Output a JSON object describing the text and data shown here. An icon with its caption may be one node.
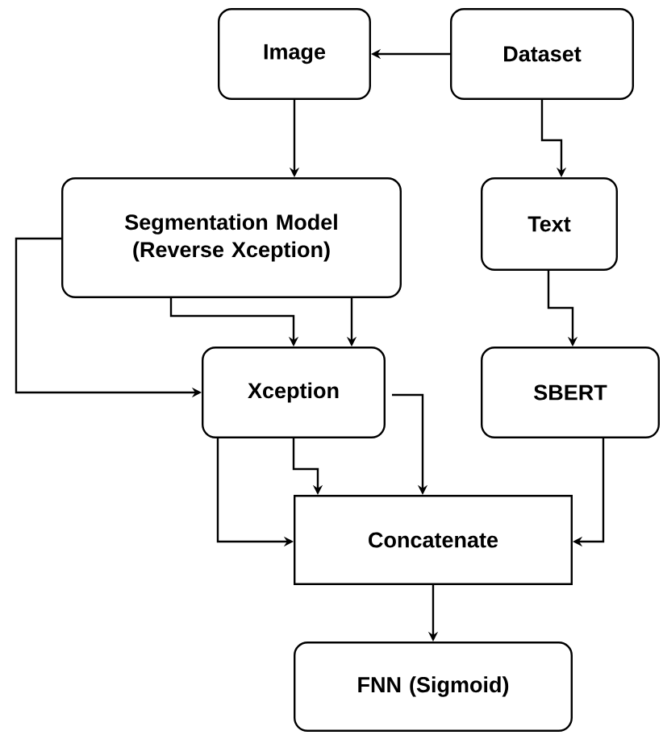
{
  "diagram": {
    "nodes": [
      {
        "text": [
          "Image"
        ]
      },
      {
        "text": [
          "Dataset"
        ]
      },
      {
        "text": [
          "Segmentation Model (Reverse Xception)"
        ]
      },
      {
        "text": [
          "Text"
        ]
      },
      {
        "text": [
          "Xception"
        ]
      },
      {
        "text": [
          "SBERT"
        ]
      },
      {
        "text": [
          "Concatenate"
        ]
      },
      {
        "text": [
          "FNN (Sigmoid)"
        ]
      }
    ],
    "edges": [
      {
        "from": 1,
        "to": 0,
        "arrow": "to"
      },
      {
        "from": 1,
        "to": 3,
        "arrow": "to"
      },
      {
        "from": 0,
        "to": 2,
        "arrow": "to"
      },
      {
        "from": 2,
        "to": 4,
        "arrow": "to"
      },
      {
        "from": 2,
        "to": 4,
        "arrow": "to"
      },
      {
        "from": 2,
        "to": 4,
        "arrow": "to"
      },
      {
        "from": 3,
        "to": 5,
        "arrow": "to"
      },
      {
        "from": 4,
        "to": 6,
        "arrow": "to"
      },
      {
        "from": 4,
        "to": 6,
        "arrow": "to"
      },
      {
        "from": 4,
        "to": 6,
        "arrow": "to"
      },
      {
        "from": 5,
        "to": 6,
        "arrow": "to"
      },
      {
        "from": 6,
        "to": 7,
        "arrow": "to"
      }
    ]
  }
}
